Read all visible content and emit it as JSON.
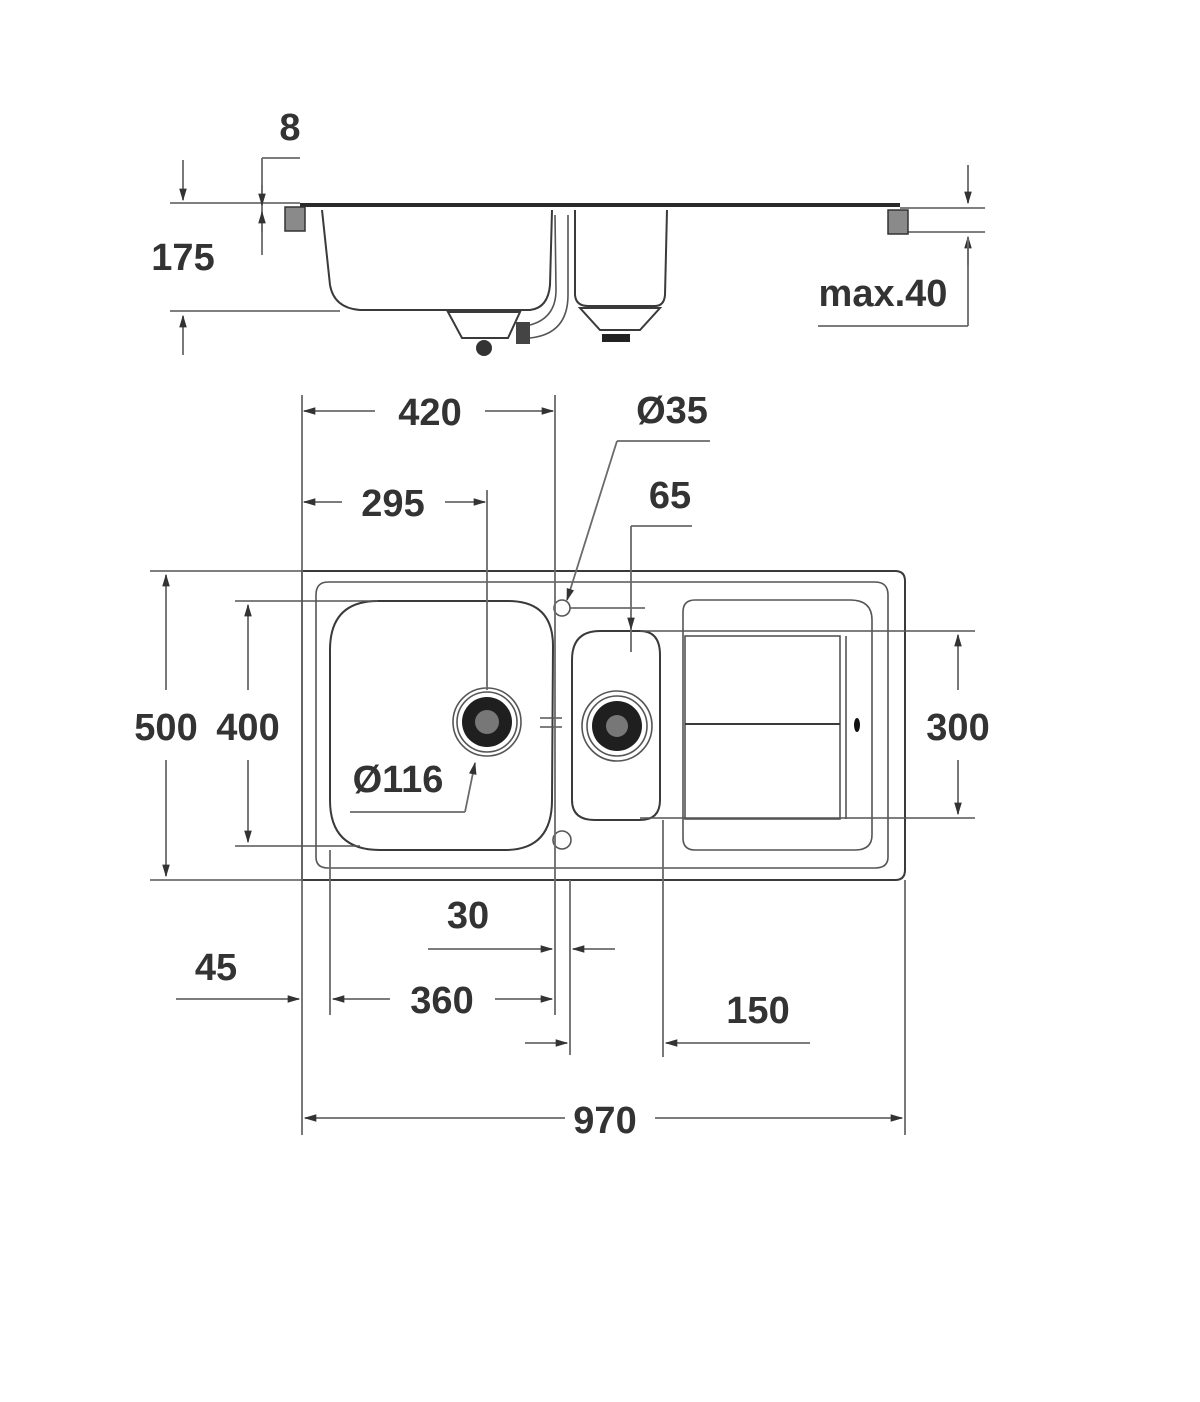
{
  "drawing": {
    "title": "Double bowl kitchen sink with drainer - dimension drawing",
    "units": "mm",
    "colors": {
      "line": "#3a3a3a",
      "dimension": "#6a6a6a",
      "text": "#333333",
      "background": "#ffffff"
    }
  },
  "side_view": {
    "labels": {
      "rim_thickness": "8",
      "bowl_depth": "175",
      "worktop_max": "max.40"
    }
  },
  "plan_view": {
    "labels": {
      "main_bowl_outer": "420",
      "main_drain_offset": "295",
      "tap_hole": "Ø35",
      "second_drain_offset": "65",
      "overall_depth": "500",
      "main_bowl_depth": "400",
      "drain_diameter": "Ø116",
      "drainer_width_dim": "300",
      "bowl_gap": "30",
      "edge_margin": "45",
      "main_bowl_width": "360",
      "second_bowl_to_drainer": "150",
      "overall_width": "970"
    }
  }
}
